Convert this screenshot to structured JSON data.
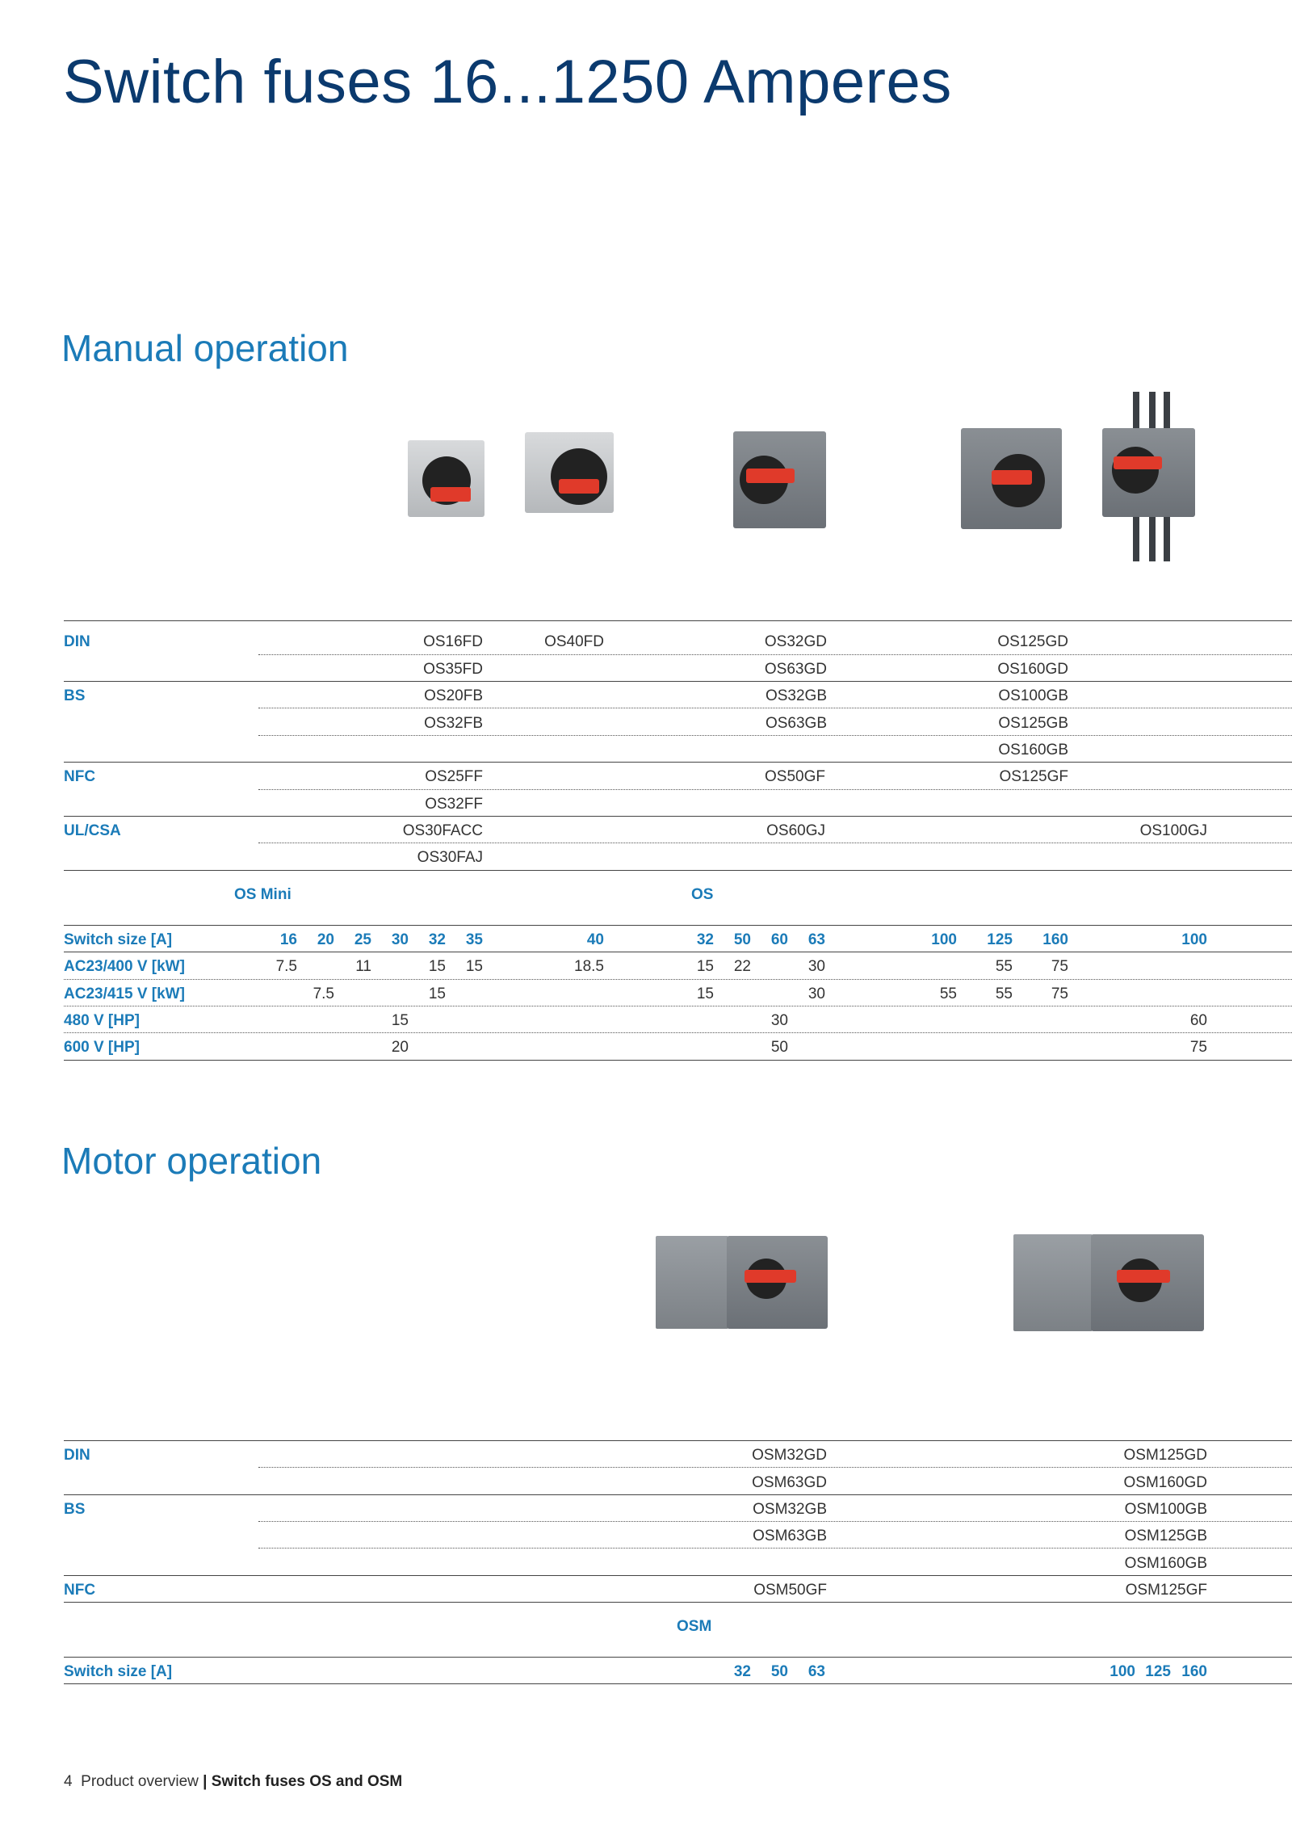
{
  "title": "Switch fuses 16...1250 Amperes",
  "manual": {
    "heading": "Manual operation",
    "rows": {
      "din": {
        "label": "DIN",
        "mini": [
          "OS16FD",
          "OS35FD"
        ],
        "os40": [
          "OS40FD"
        ],
        "os63": [
          "OS32GD",
          "OS63GD"
        ],
        "os160": [
          "OS125GD",
          "OS160GD"
        ]
      },
      "bs": {
        "label": "BS",
        "mini": [
          "OS20FB",
          "OS32FB"
        ],
        "os63": [
          "OS32GB",
          "OS63GB"
        ],
        "os160": [
          "OS100GB",
          "OS125GB",
          "OS160GB"
        ]
      },
      "nfc": {
        "label": "NFC",
        "mini": [
          "OS25FF",
          "OS32FF"
        ],
        "os63": [
          "OS50GF"
        ],
        "os160": [
          "OS125GF"
        ]
      },
      "ulcsa": {
        "label": "UL/CSA",
        "mini": [
          "OS30FACC",
          "OS30FAJ"
        ],
        "os63": [
          "OS60GJ"
        ],
        "os100": [
          "OS100GJ"
        ]
      }
    },
    "groups": {
      "mini": "OS Mini",
      "os": "OS"
    },
    "switch_size": {
      "label": "Switch size [A]",
      "values": [
        "16",
        "20",
        "25",
        "30",
        "32",
        "35",
        "40",
        "32",
        "50",
        "60",
        "63",
        "100",
        "125",
        "160",
        "100"
      ]
    },
    "ac23_400": {
      "label": "AC23/400 V [kW]",
      "values": {
        "c16": "7.5",
        "c25": "11",
        "c32": "15",
        "c35": "15",
        "c40": "18.5",
        "d32": "15",
        "d50": "22",
        "d63": "30",
        "e125": "55",
        "e160": "75"
      }
    },
    "ac23_415": {
      "label": "AC23/415 V [kW]",
      "values": {
        "c20": "7.5",
        "c32": "15",
        "d32": "15",
        "d63": "30",
        "e100": "55",
        "e125": "55",
        "e160": "75"
      }
    },
    "v480": {
      "label": "480 V [HP]",
      "values": {
        "c30": "15",
        "d60": "30",
        "f100": "60"
      }
    },
    "v600": {
      "label": "600 V [HP]",
      "values": {
        "c30": "20",
        "d60": "50",
        "f100": "75"
      }
    }
  },
  "motor": {
    "heading": "Motor operation",
    "rows": {
      "din": {
        "label": "DIN",
        "osm63": [
          "OSM32GD",
          "OSM63GD"
        ],
        "osm160": [
          "OSM125GD",
          "OSM160GD"
        ]
      },
      "bs": {
        "label": "BS",
        "osm63": [
          "OSM32GB",
          "OSM63GB"
        ],
        "osm160": [
          "OSM100GB",
          "OSM125GB",
          "OSM160GB"
        ]
      },
      "nfc": {
        "label": "NFC",
        "osm63": [
          "OSM50GF"
        ],
        "osm160": [
          "OSM125GF"
        ]
      }
    },
    "group": "OSM",
    "switch_size": {
      "label": "Switch size [A]",
      "values": [
        "32",
        "50",
        "63",
        "100",
        "125",
        "160"
      ]
    }
  },
  "footer": {
    "page": "4",
    "section": "Product overview",
    "separator": "|",
    "doc": "Switch fuses OS and OSM"
  },
  "colors": {
    "title": "#0b3a6e",
    "accent": "#1b7bb8",
    "handle": "#e03a2a"
  }
}
